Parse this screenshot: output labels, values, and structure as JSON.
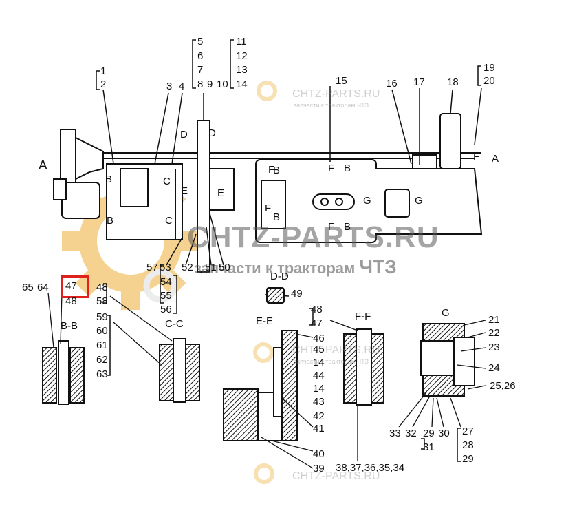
{
  "watermark": {
    "brand": "CHTZ-PARTS.RU",
    "tagline_prefix": "запчасти к тракторам",
    "tagline_brand": "ЧТЗ",
    "small_brand": "CHTZ-PARTS.RU",
    "small_tagline": "запчасти к тракторам ЧТЗ",
    "gear_color": "#f2c46a"
  },
  "highlight": {
    "label": "47",
    "color": "#e0201c"
  },
  "sections": {
    "a_left": "A",
    "a_right": "A",
    "bb": "B-B",
    "cc": "C-C",
    "dd": "D-D",
    "ee": "E-E",
    "ff": "F-F",
    "g": "G"
  },
  "view_letters": {
    "d1": "D",
    "d2": "D",
    "b1": "B",
    "b2": "B",
    "c1": "C",
    "c2": "C",
    "e1": "E",
    "e2": "E",
    "f1": "F",
    "f2": "F",
    "f3": "F",
    "f4": "F",
    "bb1": "B",
    "bb2": "B",
    "bb3": "B",
    "bb4": "B",
    "g1": "G",
    "g2": "G",
    "fa": "F"
  },
  "callouts": {
    "c1": "1",
    "c2": "2",
    "c3": "3",
    "c4": "4",
    "c5": "5",
    "c6": "6",
    "c7": "7",
    "c8": "8",
    "c9": "9",
    "c10": "10",
    "c11": "11",
    "c12": "12",
    "c13": "13",
    "c14": "14",
    "c15": "15",
    "c16": "16",
    "c17": "17",
    "c18": "18",
    "c19": "19",
    "c20": "20",
    "c21": "21",
    "c22": "22",
    "c23": "23",
    "c24": "24",
    "c2526": "25,26",
    "c27": "27",
    "c28": "28",
    "c29": "29",
    "c29b": "29",
    "c30": "30",
    "c31": "31",
    "c32": "32",
    "c33": "33",
    "c38_34": "38,37,36,35,34",
    "c39": "39",
    "c40": "40",
    "c41": "41",
    "c42": "42",
    "c43": "43",
    "c14b": "14",
    "c44": "44",
    "c14c": "14",
    "c45": "45",
    "c46": "46",
    "c47b": "47",
    "c48b": "48",
    "c49": "49",
    "c48": "48",
    "c47": "47",
    "c65": "65",
    "c64": "64",
    "c48c": "48",
    "c58": "58",
    "c59": "59",
    "c60": "60",
    "c61": "61",
    "c62": "62",
    "c63": "63",
    "c57": "57",
    "c53": "53",
    "c52": "52",
    "c51": "51",
    "c50": "50",
    "c54": "54",
    "c55": "55",
    "c56": "56"
  }
}
